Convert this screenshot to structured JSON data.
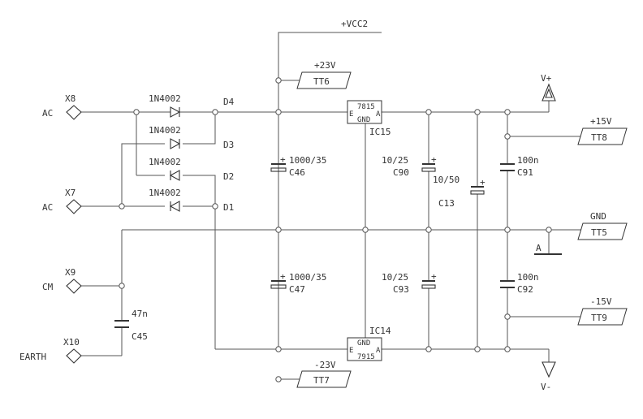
{
  "connectors": {
    "x8": {
      "ref": "X8",
      "signal": "AC"
    },
    "x7": {
      "ref": "X7",
      "signal": "AC"
    },
    "x9": {
      "ref": "X9",
      "signal": "CM"
    },
    "x10": {
      "ref": "X10",
      "signal": "EARTH"
    }
  },
  "diodes": {
    "d4": {
      "ref": "D4",
      "part": "1N4002"
    },
    "d3": {
      "ref": "D3",
      "part": "1N4002"
    },
    "d2": {
      "ref": "D2",
      "part": "1N4002"
    },
    "d1": {
      "ref": "D1",
      "part": "1N4002"
    }
  },
  "capacitors": {
    "c46": {
      "ref": "C46",
      "value": "1000/35"
    },
    "c47": {
      "ref": "C47",
      "value": "1000/35"
    },
    "c90": {
      "ref": "C90",
      "value": "10/25"
    },
    "c93": {
      "ref": "C93",
      "value": "10/25"
    },
    "c13": {
      "ref": "C13",
      "value": "10/50"
    },
    "c91": {
      "ref": "C91",
      "value": "100n"
    },
    "c92": {
      "ref": "C92",
      "value": "100n"
    },
    "c45": {
      "ref": "C45",
      "value": "47n"
    }
  },
  "regulators": {
    "ic15": {
      "ref": "IC15",
      "part": "7815",
      "pin_e": "E",
      "pin_a": "A",
      "pin_gnd": "GND"
    },
    "ic14": {
      "ref": "IC14",
      "part": "7915",
      "pin_e": "E",
      "pin_a": "A",
      "pin_gnd": "GND"
    }
  },
  "test_points": {
    "tt6": {
      "ref": "TT6",
      "net": "+23V"
    },
    "tt7": {
      "ref": "TT7",
      "net": "-23V"
    },
    "tt8": {
      "ref": "TT8",
      "net": "+15V"
    },
    "tt9": {
      "ref": "TT9",
      "net": "-15V"
    },
    "tt5": {
      "ref": "TT5",
      "net": "GND"
    }
  },
  "supply": {
    "vcc2": "+VCC2",
    "v_plus": "V+",
    "v_minus": "V-",
    "ground_node": "A"
  },
  "polarity_mark": "+"
}
